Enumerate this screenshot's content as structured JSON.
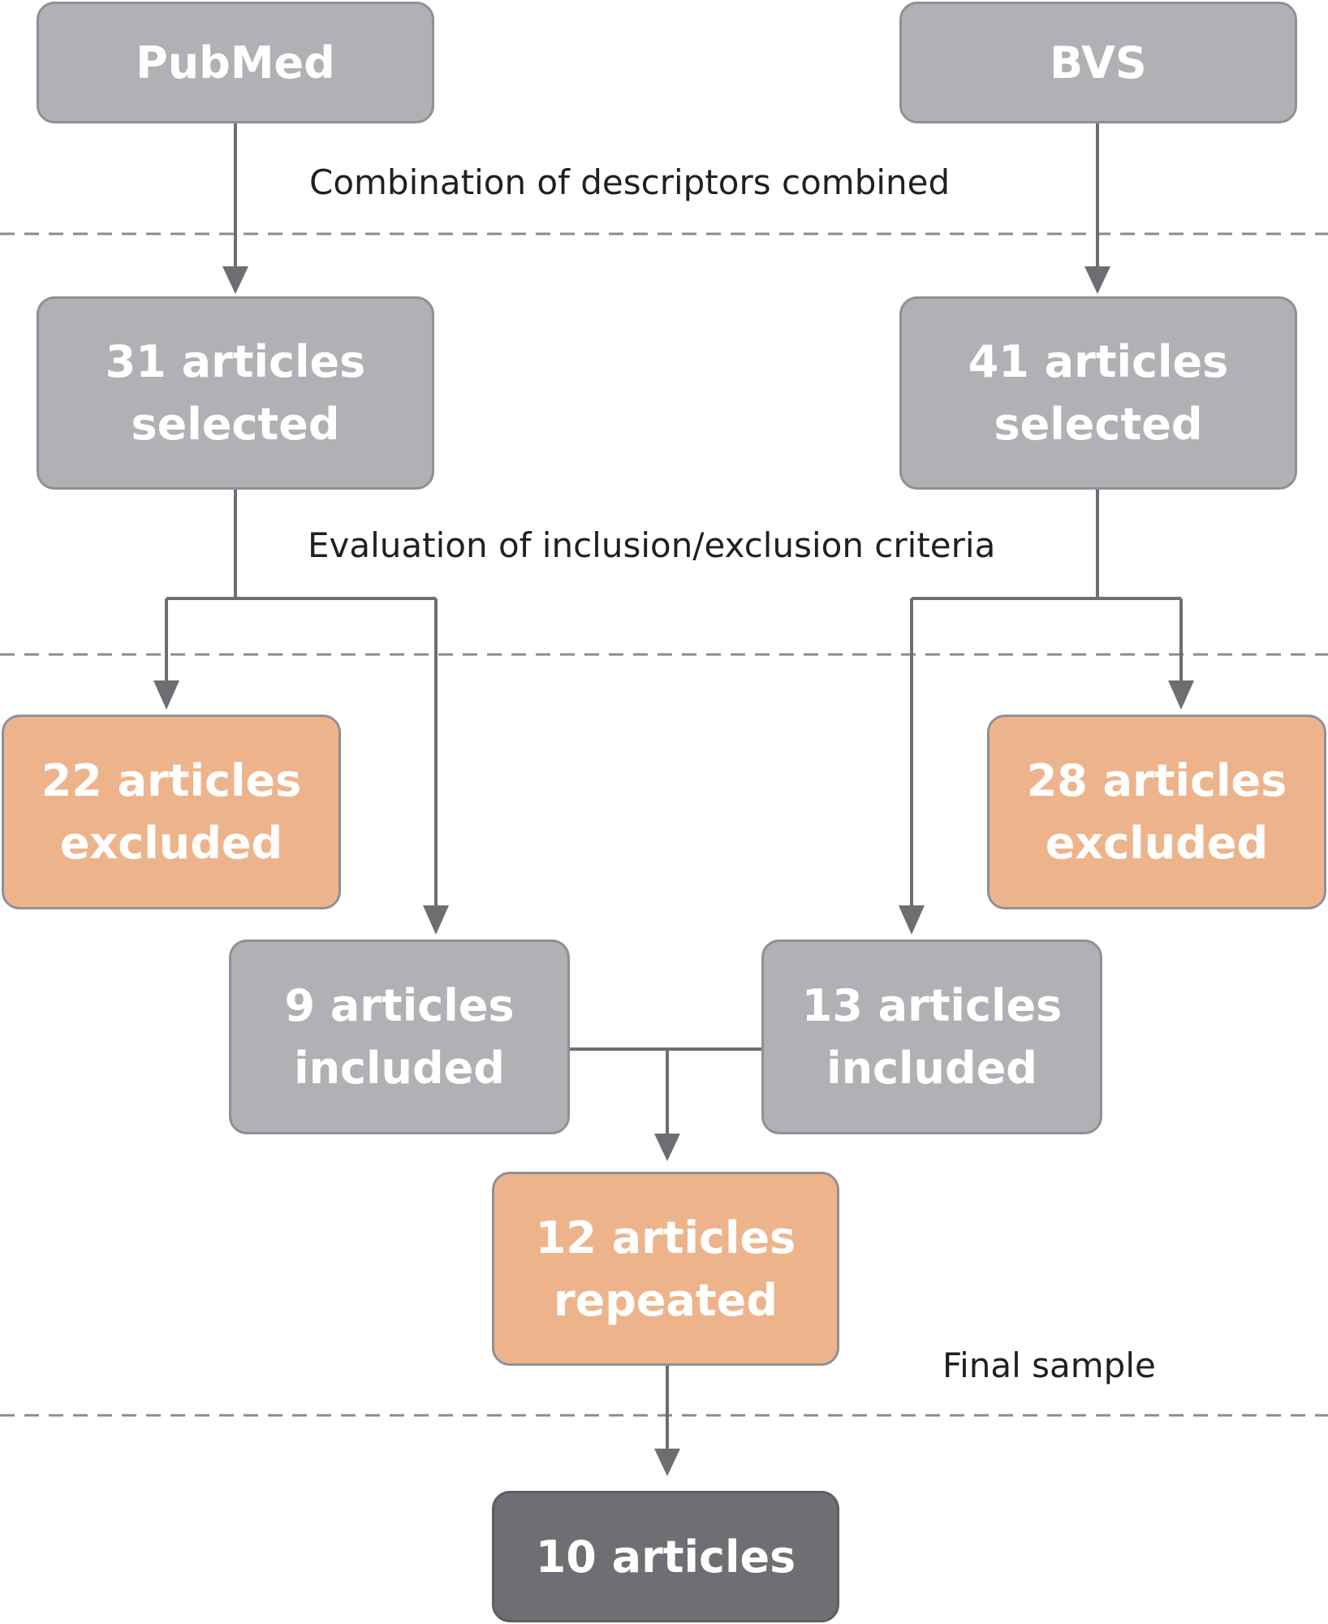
{
  "sources": {
    "pubmed": "PubMed",
    "bvs": "BVS"
  },
  "stage_labels": {
    "search": "Combination of descriptors combined",
    "screening": "Evaluation of inclusion/exclusion criteria",
    "final": "Final sample"
  },
  "selected": {
    "pubmed": "31 articles\nselected",
    "bvs": "41 articles\nselected"
  },
  "excluded": {
    "pubmed": "22 articles\nexcluded",
    "bvs": "28 articles\nexcluded"
  },
  "included": {
    "pubmed": "9 articles\nincluded",
    "bvs": "13 articles\nincluded"
  },
  "repeated": "12 articles\nrepeated",
  "final_result": "10 articles",
  "colors": {
    "gray_box": "#b0b1b4",
    "orange_box": "#edb48c",
    "dark_box": "#6e6f73",
    "connector": "#6d6e72",
    "dashed_line": "#8a8b8f",
    "label_text": "#231f20"
  }
}
